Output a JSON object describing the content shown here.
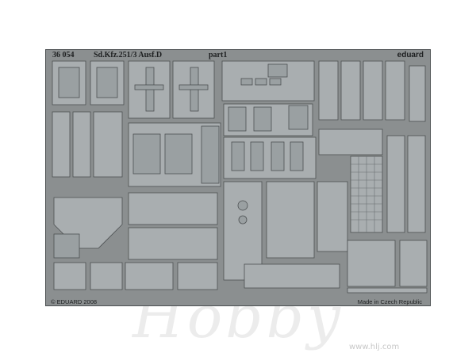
{
  "fret": {
    "code": "36 054",
    "title": "Sd.Kfz.251/3 Ausf.D",
    "part": "part1",
    "brand": "eduard",
    "copyright": "© EDUARD 2008",
    "origin": "Made in Czech Republic"
  },
  "watermark": {
    "logo_text": "Hobby"
  },
  "site": "www.hlj.com",
  "colors": {
    "frame": "#8b8f90",
    "part": "#a9aeb0",
    "edge": "#4c5052",
    "text": "#1d1f20"
  }
}
